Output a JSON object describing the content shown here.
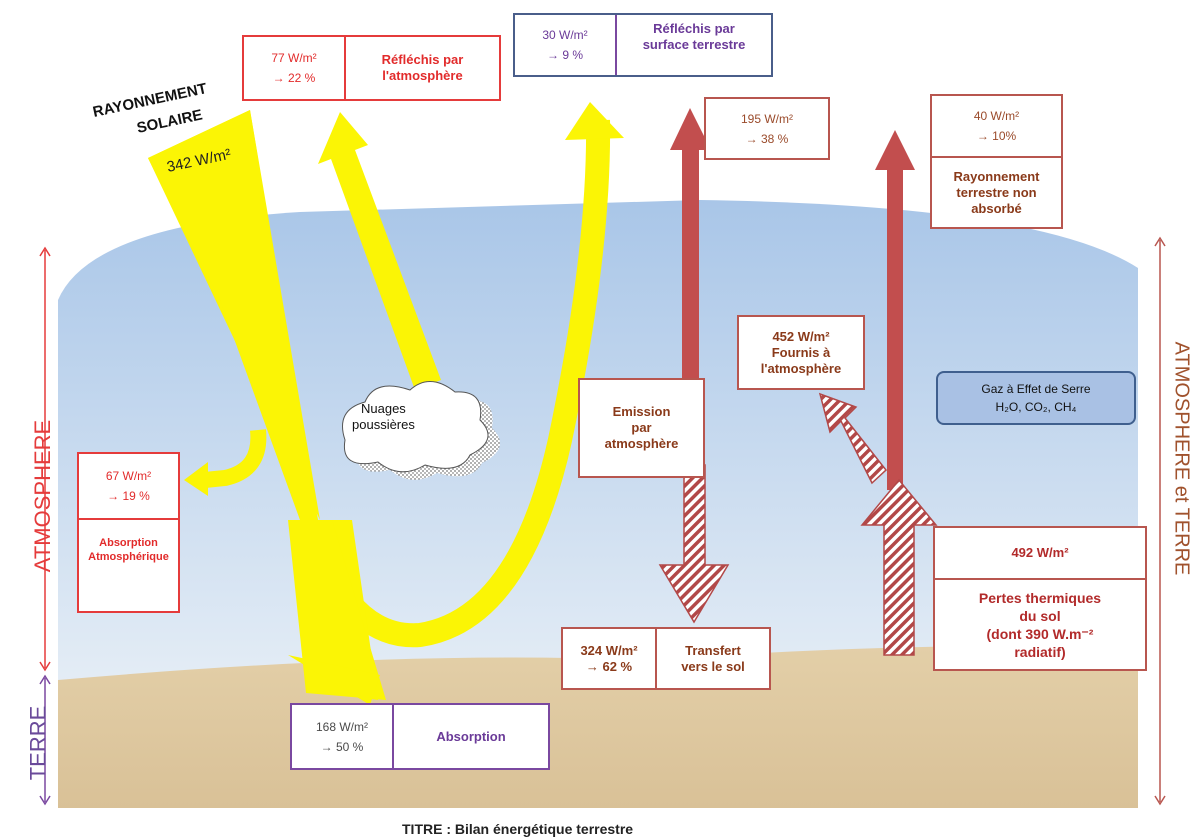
{
  "solar": {
    "line1": "RAYONNEMENT",
    "line2": "SOLAIRE",
    "value": "342 W/m²"
  },
  "reflected_atmosphere": {
    "value": "77 W/m²",
    "percent": "→ 22 %",
    "label_l1": "Réfléchis par",
    "label_l2": "l'atmosphère"
  },
  "reflected_surface": {
    "value": "30 W/m²",
    "percent": "→ 9 %",
    "label_l1": "Réfléchis par",
    "label_l2": "surface terrestre"
  },
  "emitted_space": {
    "value": "195 W/m²",
    "percent": "→ 38 %"
  },
  "non_absorbed": {
    "value": "40 W/m²",
    "percent": "→ 10%",
    "label_l1": "Rayonnement",
    "label_l2": "terrestre non",
    "label_l3": "absorbé"
  },
  "clouds": {
    "line1": "Nuages",
    "line2": "poussières"
  },
  "atmospheric_absorption": {
    "value": "67 W/m²",
    "percent": "→ 19 %",
    "label_l1": "Absorption",
    "label_l2": "Atmosphérique"
  },
  "emission_atmosphere": {
    "l1": "Emission",
    "l2": "par",
    "l3": "atmosphère"
  },
  "supplied_atmosphere": {
    "l1": "452 W/m²",
    "l2": "Fournis à",
    "l3": "l'atmosphère"
  },
  "greenhouse": {
    "line1": "Gaz à Effet de Serre",
    "line2": "H₂O, CO₂, CH₄"
  },
  "transfer_ground": {
    "value": "324 W/m²",
    "percent": "→ 62 %",
    "label_l1": "Transfert",
    "label_l2": "vers le sol"
  },
  "ground_losses": {
    "value": "492 W/m²",
    "l1": "Pertes thermiques",
    "l2": "du sol",
    "l3": "(dont 390 W.m⁻²",
    "l4": "radiatif)"
  },
  "surface_absorption": {
    "value": "168 W/m²",
    "percent": "→ 50 %",
    "label": "Absorption"
  },
  "side_labels": {
    "atmosphere": "ATMOSPHERE",
    "terre": "TERRE",
    "atmosphere_et_terre": "ATMOSPHERE et TERRE"
  },
  "caption": "TITRE : Bilan énergétique terrestre",
  "colors": {
    "solar": "#fbf505",
    "infrared": "#c24e4e",
    "sky": "#b3cdea",
    "ground": "#dcc398"
  }
}
